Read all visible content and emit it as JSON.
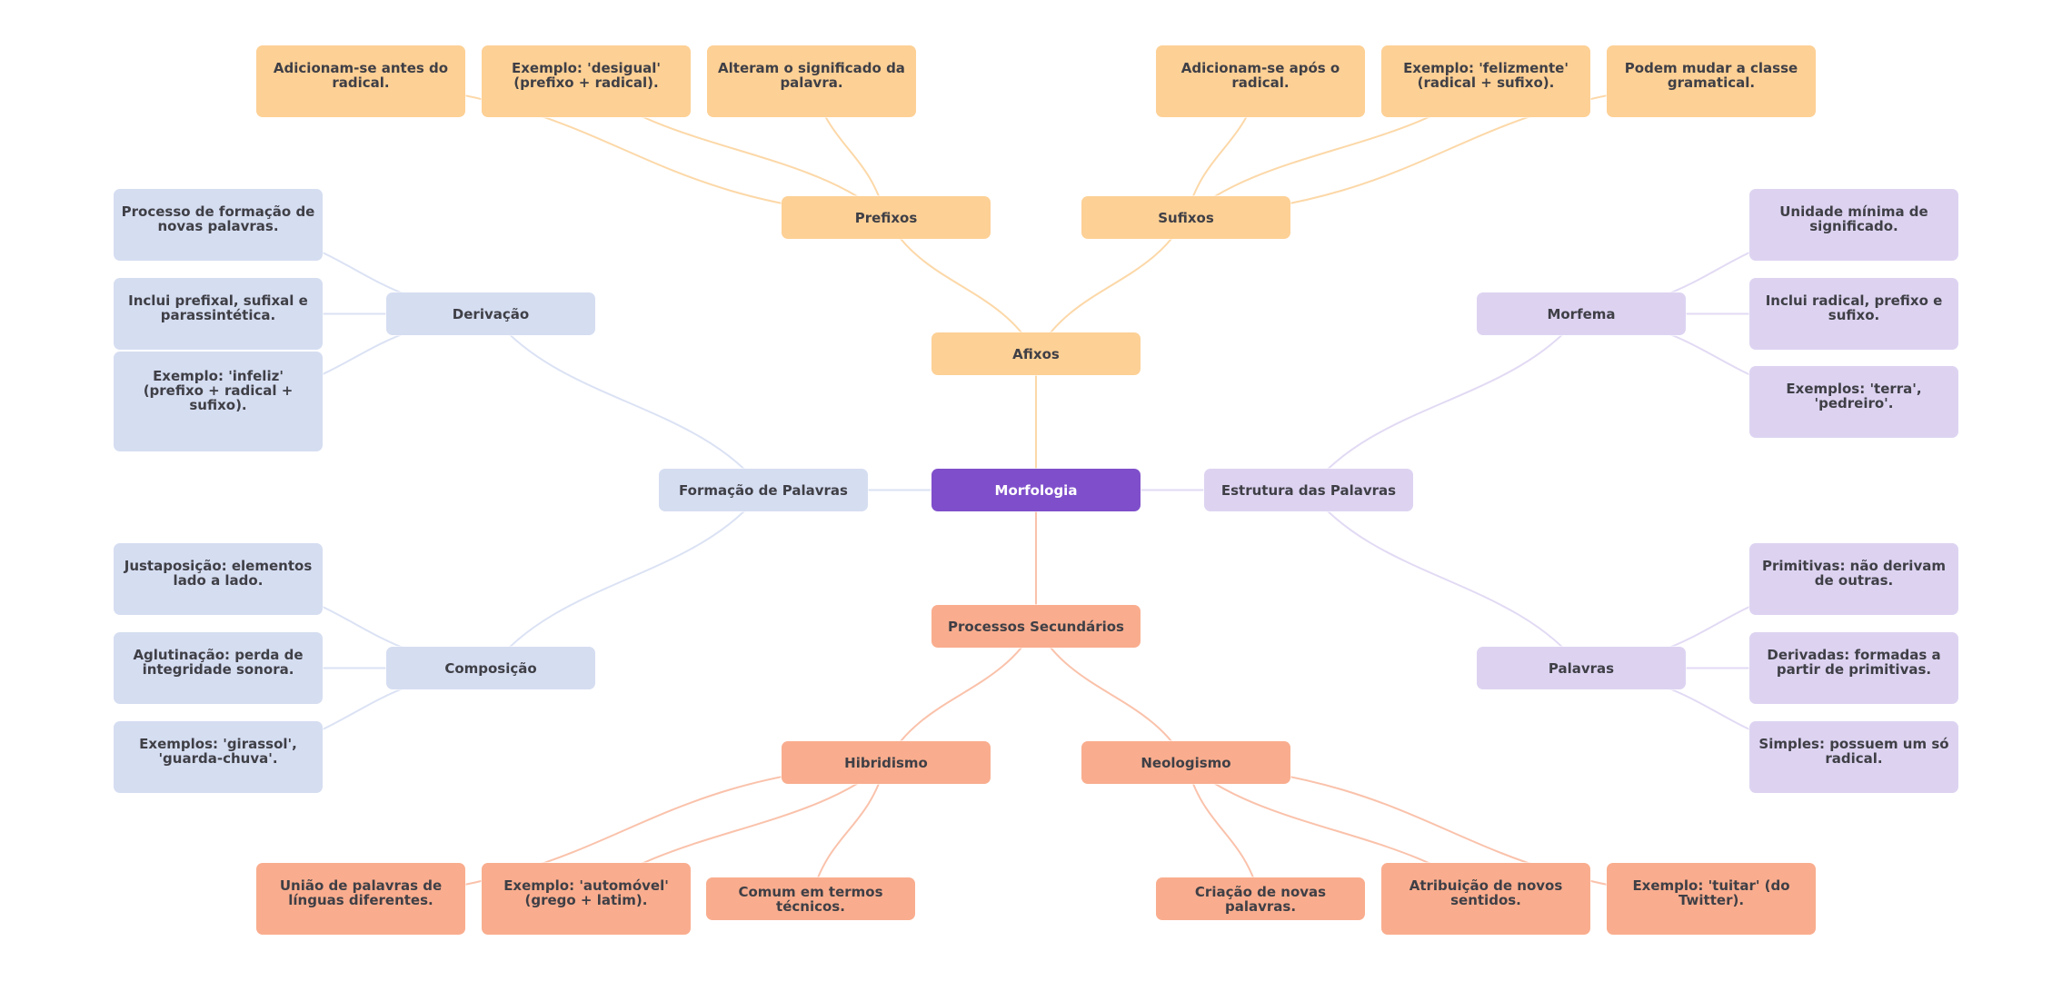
{
  "title": "Morfologia",
  "colors": {
    "root": "#7f4fcb",
    "afixos": "#fdd095",
    "afixos_line": "#fcd8a8",
    "formacao": "#d5ddf1",
    "formacao_line": "#dbe2f4",
    "estrutura": "#ddd3f1",
    "estrutura_line": "#e2daf4",
    "processos": "#f9ad8e",
    "processos_line": "#fac2ab"
  },
  "nodes": {
    "root": {
      "label": "Morfologia"
    },
    "afixos": {
      "label": "Afixos"
    },
    "prefixos": {
      "label": "Prefixos"
    },
    "prefixos_leaves": [
      {
        "label": "Adicionam-se antes do radical."
      },
      {
        "label": "Exemplo: 'desigual' (prefixo + radical)."
      },
      {
        "label": "Alteram o significado da palavra."
      }
    ],
    "sufixos": {
      "label": "Sufixos"
    },
    "sufixos_leaves": [
      {
        "label": "Adicionam-se após o radical."
      },
      {
        "label": "Exemplo: 'felizmente' (radical + sufixo)."
      },
      {
        "label": "Podem mudar a classe gramatical."
      }
    ],
    "formacao": {
      "label": "Formação de Palavras"
    },
    "derivacao": {
      "label": "Derivação"
    },
    "derivacao_leaves": [
      {
        "label": "Processo de formação de novas palavras."
      },
      {
        "label": "Inclui prefixal, sufixal e parassintética."
      },
      {
        "label": "Exemplo: 'infeliz' (prefixo + radical + sufixo)."
      }
    ],
    "composicao": {
      "label": "Composição"
    },
    "composicao_leaves": [
      {
        "label": "Justaposição: elementos lado a lado."
      },
      {
        "label": "Aglutinação: perda de integridade sonora."
      },
      {
        "label": "Exemplos: 'girassol', 'guarda-chuva'."
      }
    ],
    "estrutura": {
      "label": "Estrutura das Palavras"
    },
    "morfema": {
      "label": "Morfema"
    },
    "morfema_leaves": [
      {
        "label": "Unidade mínima de significado."
      },
      {
        "label": "Inclui radical, prefixo e sufixo."
      },
      {
        "label": "Exemplos: 'terra', 'pedreiro'."
      }
    ],
    "palavras": {
      "label": "Palavras"
    },
    "palavras_leaves": [
      {
        "label": "Primitivas: não derivam de outras."
      },
      {
        "label": "Derivadas: formadas a partir de primitivas."
      },
      {
        "label": "Simples: possuem um só radical."
      }
    ],
    "processos": {
      "label": "Processos Secundários"
    },
    "hibridismo": {
      "label": "Hibridismo"
    },
    "hibridismo_leaves": [
      {
        "label": "União de palavras de línguas diferentes."
      },
      {
        "label": "Exemplo: 'automóvel' (grego + latim)."
      },
      {
        "label": "Comum em termos técnicos."
      }
    ],
    "neologismo": {
      "label": "Neologismo"
    },
    "neologismo_leaves": [
      {
        "label": "Criação de novas palavras."
      },
      {
        "label": "Atribuição de novos sentidos."
      },
      {
        "label": "Exemplo: 'tuitar' (do Twitter)."
      }
    ]
  },
  "edges": [
    [
      "root",
      "afixos"
    ],
    [
      "root",
      "formacao"
    ],
    [
      "root",
      "estrutura"
    ],
    [
      "root",
      "processos"
    ],
    [
      "afixos",
      "prefixos"
    ],
    [
      "afixos",
      "sufixos"
    ],
    [
      "prefixos",
      "pre0"
    ],
    [
      "prefixos",
      "pre1"
    ],
    [
      "prefixos",
      "pre2"
    ],
    [
      "sufixos",
      "suf0"
    ],
    [
      "sufixos",
      "suf1"
    ],
    [
      "sufixos",
      "suf2"
    ],
    [
      "formacao",
      "derivacao"
    ],
    [
      "formacao",
      "composicao"
    ],
    [
      "derivacao",
      "der0"
    ],
    [
      "derivacao",
      "der1"
    ],
    [
      "derivacao",
      "der2"
    ],
    [
      "composicao",
      "com0"
    ],
    [
      "composicao",
      "com1"
    ],
    [
      "composicao",
      "com2"
    ],
    [
      "estrutura",
      "morfema"
    ],
    [
      "estrutura",
      "palavras"
    ],
    [
      "morfema",
      "mor0"
    ],
    [
      "morfema",
      "mor1"
    ],
    [
      "morfema",
      "mor2"
    ],
    [
      "palavras",
      "pal0"
    ],
    [
      "palavras",
      "pal1"
    ],
    [
      "palavras",
      "pal2"
    ],
    [
      "processos",
      "hibridismo"
    ],
    [
      "processos",
      "neologismo"
    ],
    [
      "hibridismo",
      "hib0"
    ],
    [
      "hibridismo",
      "hib1"
    ],
    [
      "hibridismo",
      "hib2"
    ],
    [
      "neologismo",
      "neo0"
    ],
    [
      "neologismo",
      "neo1"
    ],
    [
      "neologismo",
      "neo2"
    ]
  ]
}
